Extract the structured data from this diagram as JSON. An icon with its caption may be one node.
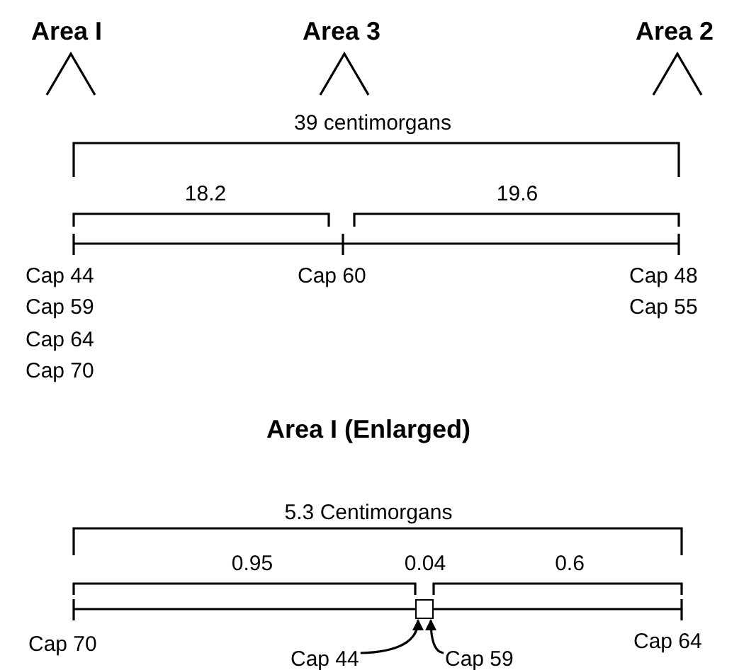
{
  "diagram": {
    "nodes": [
      {
        "text": [],
        "shape": "box"
      },
      {
        "text": [
          "Cap 44"
        ]
      },
      {
        "text": [
          "Cap 59"
        ]
      }
    ],
    "edges": [
      {
        "from": 1,
        "to": 0,
        "arrow": "to"
      },
      {
        "from": 2,
        "to": 0,
        "arrow": "to"
      }
    ],
    "labels": [
      "Area I",
      "Area 3",
      "Area 2",
      "39 centimorgans",
      "18.2",
      "19.6",
      "Cap 44",
      "Cap 60",
      "Cap 48",
      "Cap 59",
      "Cap 55",
      "Cap 64",
      "Cap 70",
      "Area I (Enlarged)",
      "5.3 Centimorgans",
      "0.95",
      "0.04",
      "0.6",
      "Cap 70",
      "Cap 64"
    ]
  }
}
